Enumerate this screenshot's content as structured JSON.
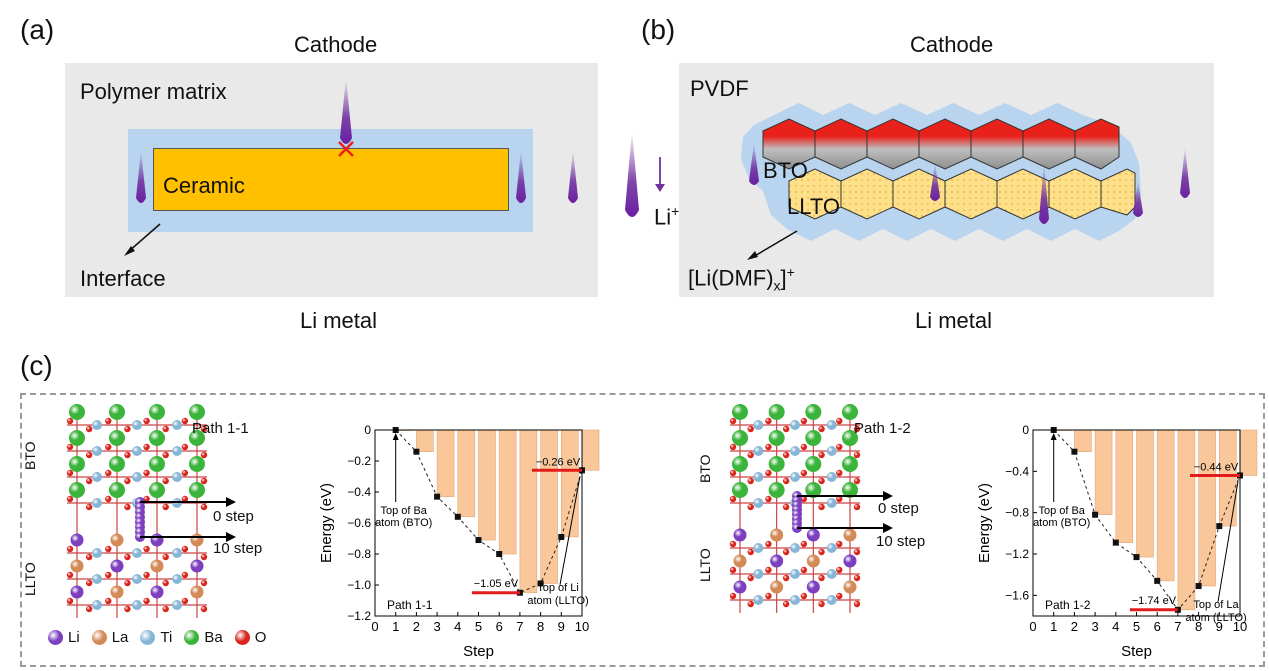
{
  "panel_a": {
    "label": "(a)",
    "top_label": "Cathode",
    "bottom_label": "Li metal",
    "matrix_label": "Polymer matrix",
    "ceramic_label": "Ceramic",
    "interface_label": "Interface",
    "li_ion_label": "Li",
    "li_ion_sup": "+",
    "colors": {
      "ceramic": "#ffc000",
      "interface": "#b8d4ee",
      "matrix": "#e9e9e9",
      "ion": "#7030a0",
      "block": "#e8221b"
    }
  },
  "panel_b": {
    "label": "(b)",
    "top_label": "Cathode",
    "bottom_label": "Li metal",
    "matrix_label": "PVDF",
    "bto_label": "BTO",
    "llto_label": "LLTO",
    "complex_label_main": "[Li(DMF)",
    "complex_label_sub": "x",
    "complex_label_end": "]",
    "complex_label_sup": "+",
    "colors": {
      "bto_top": "#e8221b",
      "bto_bottom": "#9a9a9a",
      "llto": "#ffe08a"
    }
  },
  "panel_c": {
    "label": "(c)",
    "legend": [
      {
        "name": "Li",
        "color": "#7b3fbf"
      },
      {
        "name": "La",
        "color": "#d38a57"
      },
      {
        "name": "Ti",
        "color": "#86b6d6"
      },
      {
        "name": "Ba",
        "color": "#3bb43b"
      },
      {
        "name": "O",
        "color": "#d9261c"
      }
    ],
    "structure1": {
      "path_label": "Path 1-1",
      "bto": "BTO",
      "llto": "LLTO",
      "arrow0": "0 step",
      "arrow10": "10 step"
    },
    "structure2": {
      "path_label": "Path 1-2",
      "bto": "BTO",
      "llto": "LLTO",
      "arrow0": "0 step",
      "arrow10": "10 step"
    }
  },
  "chart_data": [
    {
      "type": "bar",
      "x": [
        1,
        2,
        3,
        4,
        5,
        6,
        7,
        8,
        9,
        10
      ],
      "values": [
        0,
        -0.14,
        -0.43,
        -0.56,
        -0.71,
        -0.8,
        -1.05,
        -0.99,
        -0.69,
        -0.26
      ],
      "xlabel": "Step",
      "ylabel": "Energy (eV)",
      "xlim": [
        0,
        10
      ],
      "ylim": [
        -1.2,
        0
      ],
      "xticks": [
        "0",
        "1",
        "2",
        "3",
        "4",
        "5",
        "6",
        "7",
        "8",
        "9",
        "10"
      ],
      "yticks": [
        "0",
        "-0.2",
        "-0.4",
        "-0.6",
        "-0.8",
        "-1.0",
        "-1.2"
      ],
      "inner_label": "Path 1-1",
      "annotations": {
        "start": [
          "Top of Ba",
          "atom (BTO)"
        ],
        "min": "−1.05 eV",
        "end_value": "−0.26 eV",
        "end": [
          "Top of Li",
          "atom (LLTO)"
        ]
      },
      "colors": {
        "bar": "#f9c79a",
        "bar_edge": "#e2a878",
        "marker": "#111111",
        "highlight": "#e21b1b"
      }
    },
    {
      "type": "bar",
      "x": [
        1,
        2,
        3,
        4,
        5,
        6,
        7,
        8,
        9,
        10
      ],
      "values": [
        0,
        -0.21,
        -0.82,
        -1.09,
        -1.23,
        -1.46,
        -1.74,
        -1.51,
        -0.93,
        -0.44
      ],
      "xlabel": "Step",
      "ylabel": "Energy (eV)",
      "xlim": [
        0,
        10
      ],
      "ylim": [
        -1.8,
        0
      ],
      "xticks": [
        "0",
        "1",
        "2",
        "3",
        "4",
        "5",
        "6",
        "7",
        "8",
        "9",
        "10"
      ],
      "yticks": [
        "0",
        "-0.4",
        "-0.8",
        "-1.2",
        "-1.6"
      ],
      "inner_label": "Path 1-2",
      "annotations": {
        "start": [
          "Top of Ba",
          "atom (BTO)"
        ],
        "min": "−1.74 eV",
        "end_value": "−0.44 eV",
        "end": [
          "Top of La",
          "atom (LLTO)"
        ]
      },
      "colors": {
        "bar": "#f9c79a",
        "bar_edge": "#e2a878",
        "marker": "#111111",
        "highlight": "#e21b1b"
      }
    }
  ]
}
